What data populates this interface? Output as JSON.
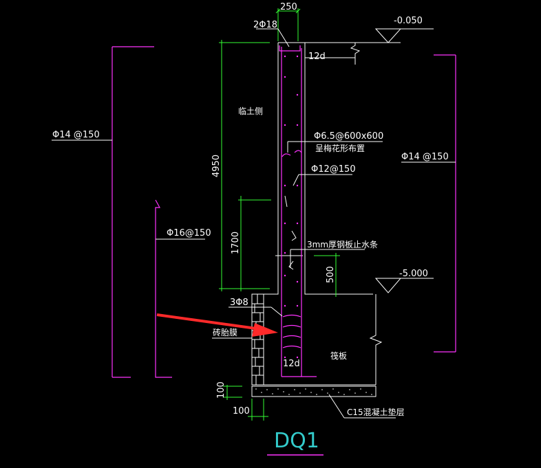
{
  "labels": {
    "top_width": "250",
    "top_rebar": "2Φ18",
    "level_top": "-0.050",
    "anchor_top": "12d",
    "soil_side": "临土侧",
    "left_outer_rebar": "Φ14 @150",
    "right_inner_rebar": "Φ14 @150",
    "tie_rebar": "Φ6.5@600x600",
    "tie_note": "呈梅花形布置",
    "dist_rebar": "Φ12@150",
    "height_total": "4950",
    "height_lower": "1700",
    "left_inner_rebar": "Φ16@150",
    "waterstop": "3mm厚钢板止水条",
    "dim_500": "500",
    "level_bottom": "-5.000",
    "bottom_rebar": "3Φ8",
    "brick_mold": "砖胎膜",
    "raft": "筏板",
    "anchor_bottom": "12d",
    "dim_100_v": "100",
    "dim_100_h": "100",
    "cushion": "C15混凝土垫层",
    "title": "DQ1"
  },
  "colors": {
    "background": "#000000",
    "outline": "#ffffff",
    "rebar": "#ff33ff",
    "dimension": "#33ff33",
    "arrow": "#ff2a2a",
    "title": "#33cccc"
  }
}
